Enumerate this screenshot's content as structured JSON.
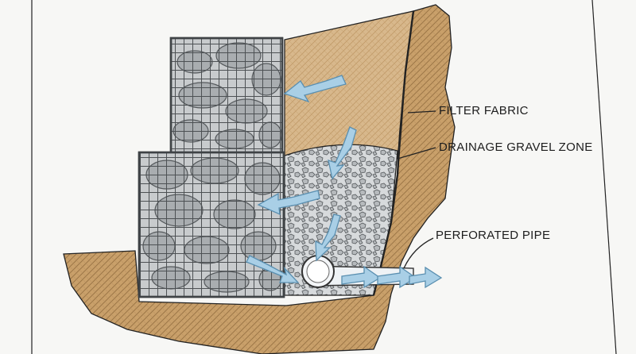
{
  "labels": {
    "filter_fabric": "FILTER FABRIC",
    "drainage_gravel_zone": "DRAINAGE GRAVEL ZONE",
    "perforated_pipe": "PERFORATED PIPE"
  },
  "colors": {
    "board": "#b58a55",
    "paper": "#f7f7f5",
    "soil": "#c9a06a",
    "soil_hatch": "#9c7646",
    "backfill": "#d8b88c",
    "gravel": "#cfd3d6",
    "stone": "#b9bdbf",
    "mesh": "#55595c",
    "arrow": "#a9cfe6",
    "arrow_edge": "#5a8fb0"
  },
  "icons": [
    "flow-arrow-icon",
    "perforated-pipe-icon",
    "gabion-basket-icon"
  ]
}
